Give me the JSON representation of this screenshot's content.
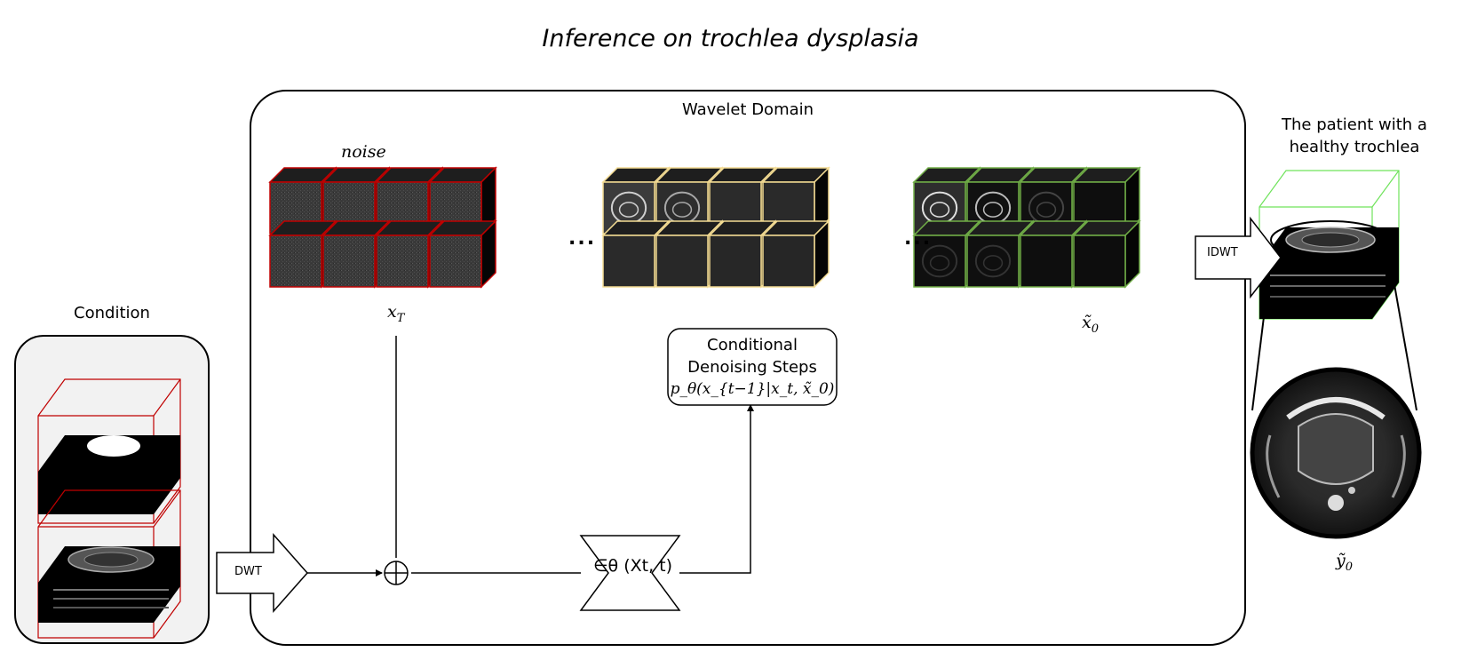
{
  "title": "Inference on trochlea dysplasia",
  "wavelet_domain_label": "Wavelet Domain",
  "condition_label": "Condition",
  "patient_label_line1": "The patient with a",
  "patient_label_line2": "healthy trochlea",
  "noise_label": "noise",
  "xT_label": "x",
  "xT_sub": "T",
  "x0_label": "x̃",
  "x0_sub": "0",
  "y0_label": "ỹ",
  "y0_sub": "0",
  "ellipsis_1": "...",
  "ellipsis_2": "...",
  "step_line1": "Conditional",
  "step_line2": "Denoising Steps",
  "step_formula": "p_θ(x_{t−1}|x_t, x̃_0)",
  "dwt_label": "DWT",
  "idwt_label": "IDWT",
  "eps_label": "∈θ (Xt, t)",
  "plus_symbol": "⊕",
  "colors": {
    "noise_border": "#c00000",
    "mid_border": "#f4dc93",
    "final_border": "#70ad47",
    "healthy_box": "#6fe35b",
    "condition_box": "#c00000",
    "condition_fill": "#f2f2f2"
  }
}
